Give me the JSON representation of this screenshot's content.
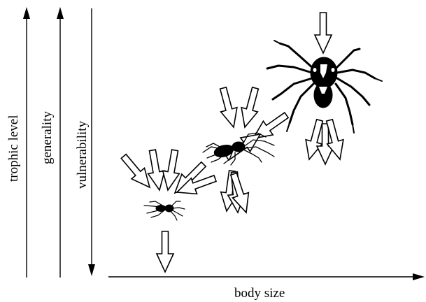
{
  "axes": {
    "x_label": "body size",
    "y_labels": [
      "trophic level",
      "generality",
      "vulnerability"
    ]
  },
  "organisms": [
    "small-spider",
    "medium-spider",
    "large-spider"
  ],
  "colors": {
    "ink": "#000000",
    "paper": "#ffffff"
  }
}
